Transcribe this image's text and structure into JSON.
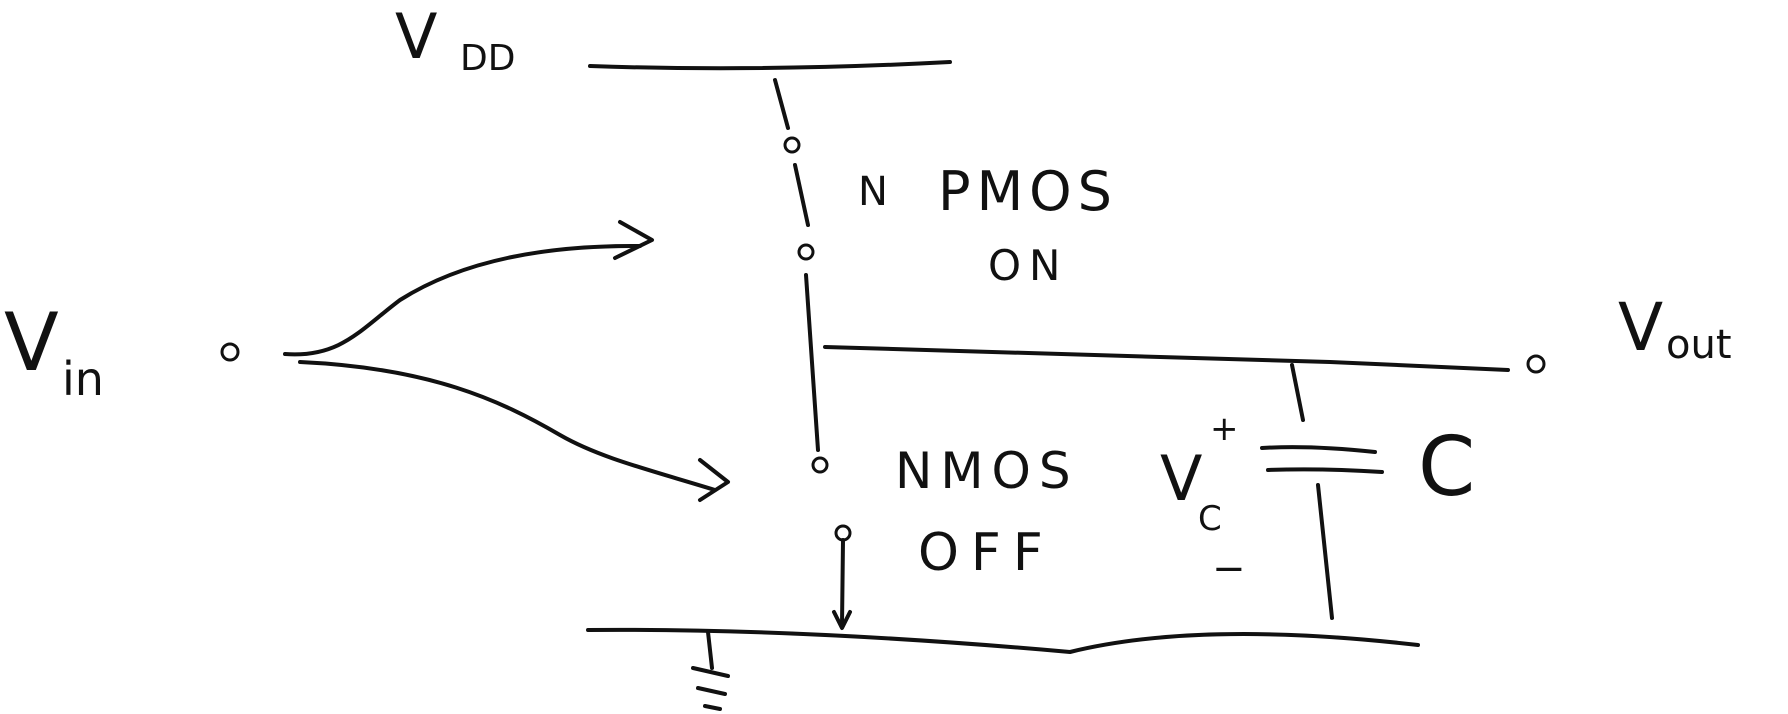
{
  "colors": {
    "ink": "#111111",
    "paper": "#ffffff"
  },
  "labels": {
    "vdd_main": "V",
    "vdd_sub": "DD",
    "vin_main": "V",
    "vin_sub": "in",
    "vout_main": "V",
    "vout_sub": "out",
    "pmos_name": "PMOS",
    "pmos_prefix": "N",
    "pmos_state": "ON",
    "nmos_name": "NMOS",
    "nmos_state": "OFF",
    "vc_main": "V",
    "vc_sub": "C",
    "vc_plus": "+",
    "vc_minus": "−",
    "cap_name": "C"
  },
  "icons": {
    "ground": "ground-symbol-icon",
    "capacitor": "capacitor-icon",
    "arrow": "arrow-head-icon",
    "terminal": "open-terminal-icon"
  }
}
